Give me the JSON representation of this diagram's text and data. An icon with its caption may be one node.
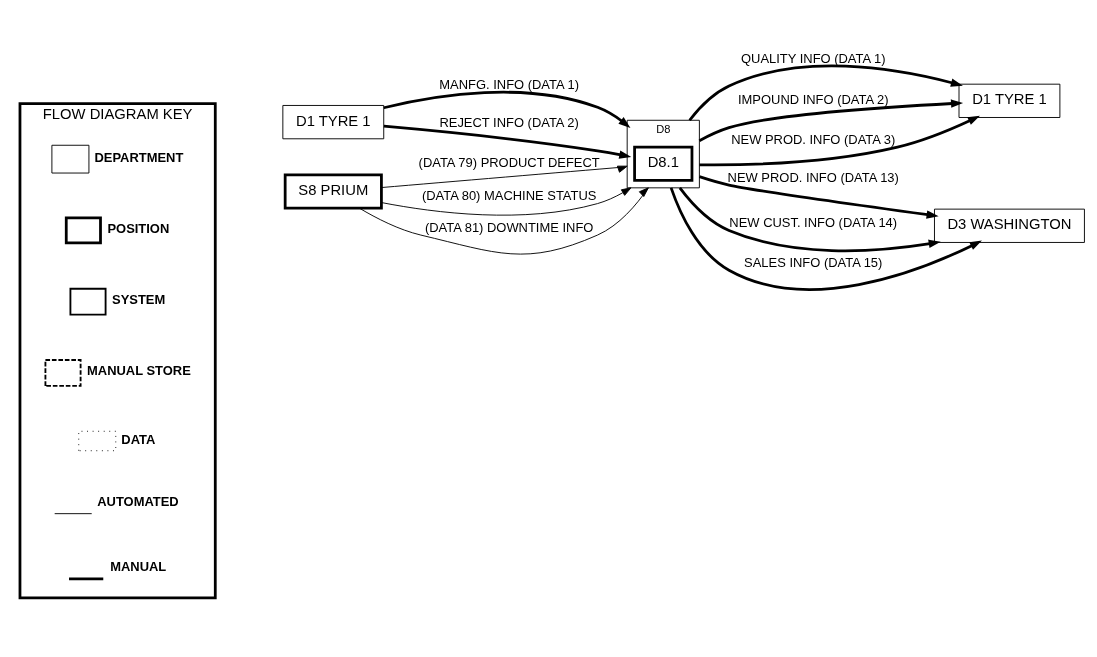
{
  "diagram": {
    "nodes": [
      {
        "text": [
          "D1 TYRE 1"
        ]
      },
      {
        "text": [
          "D1 TYRE 1"
        ]
      },
      {
        "text": [
          "D8"
        ]
      },
      {
        "text": [
          "D8.1"
        ],
        "in": 2
      },
      {
        "text": [
          "S8 PRIUM"
        ]
      },
      {
        "text": [
          "D3 WASHINGTON"
        ]
      },
      {
        "text": [
          "FLOW DIAGRAM KEY"
        ]
      }
    ],
    "edges": [
      {
        "from": 0,
        "to": 2,
        "arrow": "to",
        "label": "MANFG. INFO (DATA 1)"
      },
      {
        "from": 0,
        "to": 2,
        "arrow": "to",
        "label": "REJECT INFO (DATA 2)"
      },
      {
        "from": 2,
        "to": 1,
        "arrow": "to",
        "label": "QUALITY INFO (DATA 1)"
      },
      {
        "from": 2,
        "to": 1,
        "arrow": "to",
        "label": "IMPOUND INFO (DATA 2)"
      },
      {
        "from": 2,
        "to": 1,
        "arrow": "to",
        "label": "NEW PROD. INFO (DATA 3)"
      },
      {
        "from": 4,
        "to": 2,
        "arrow": "to",
        "label": "(DATA 79) PRODUCT DEFECT"
      },
      {
        "from": 4,
        "to": 2,
        "arrow": "to",
        "label": "(DATA 80) MACHINE STATUS"
      },
      {
        "from": 4,
        "to": 2,
        "arrow": "to",
        "label": "(DATA 81) DOWNTIME INFO"
      },
      {
        "from": 2,
        "to": 5,
        "arrow": "to",
        "label": "NEW PROD. INFO (DATA 13)"
      },
      {
        "from": 2,
        "to": 5,
        "arrow": "to",
        "label": "NEW CUST. INFO (DATA 14)"
      },
      {
        "from": 2,
        "to": 5,
        "arrow": "to",
        "label": "SALES INFO (DATA 15)"
      }
    ],
    "legend": [
      {
        "text": "DEPARTMENT"
      },
      {
        "text": "POSITION"
      },
      {
        "text": "SYSTEM"
      },
      {
        "text": "MANUAL STORE"
      },
      {
        "text": "DATA"
      },
      {
        "text": "AUTOMATED"
      },
      {
        "text": "MANUAL"
      }
    ]
  }
}
